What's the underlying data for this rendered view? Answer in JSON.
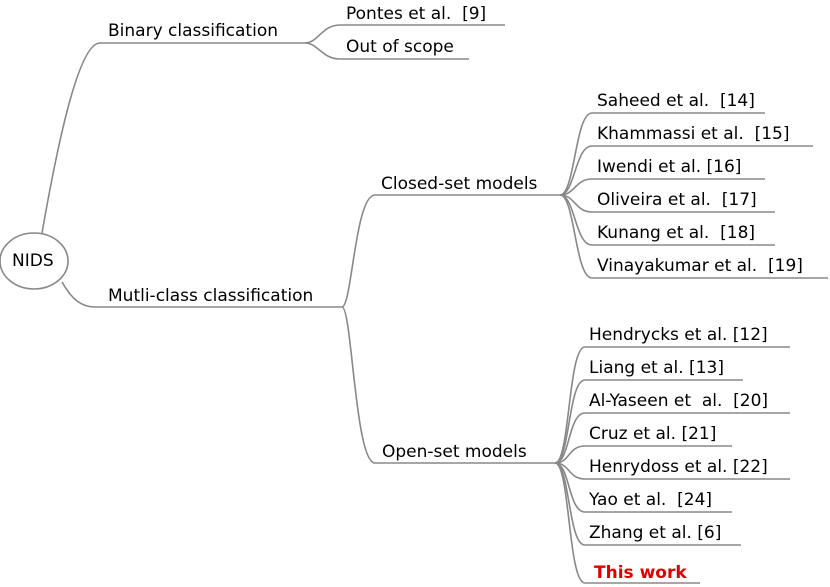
{
  "root": {
    "label": "NIDS"
  },
  "branches": {
    "binary": {
      "label": "Binary classification",
      "leaves": [
        "Pontes et al.  [9]",
        "Out of scope"
      ]
    },
    "multi": {
      "label": "Mutli-class classification",
      "closed": {
        "label": "Closed-set models",
        "leaves": [
          "Saheed et al.  [14]",
          "Khammassi et al.  [15]",
          "Iwendi et al. [16]",
          "Oliveira et al.  [17]",
          "Kunang et al.  [18]",
          "Vinayakumar et al.  [19]"
        ]
      },
      "open": {
        "label": "Open-set models",
        "leaves": [
          "Hendrycks et al. [12]",
          "Liang et al. [13]",
          "Al-Yaseen et  al.  [20]",
          "Cruz et al. [21]",
          "Henrydoss et al. [22]",
          "Yao et al.  [24]",
          "Zhang et al. [6]",
          "This work"
        ]
      }
    }
  },
  "colors": {
    "line": "#888888",
    "highlight": "#e00000",
    "text": "#000000"
  }
}
